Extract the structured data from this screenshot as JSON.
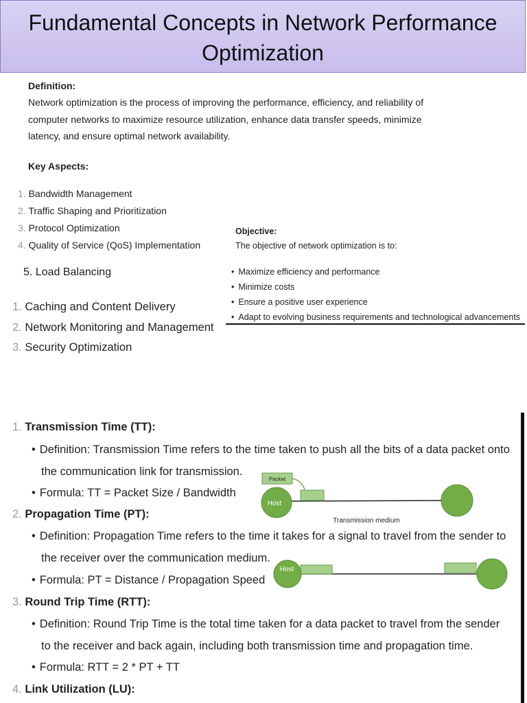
{
  "title": "Fundamental Concepts in Network Performance Optimization",
  "definition": {
    "heading": "Definition:",
    "lines": [
      "Network optimization is the process of improving the performance, efficiency, and reliability of",
      "computer networks to maximize resource utilization, enhance data transfer speeds, minimize",
      "latency, and ensure optimal network availability."
    ]
  },
  "key_aspects": {
    "heading": "Key Aspects:",
    "items": [
      {
        "num": "1.",
        "label": "Bandwidth Management"
      },
      {
        "num": "2.",
        "label": "Traffic Shaping and Prioritization"
      },
      {
        "num": "3.",
        "label": "Protocol Optimization"
      },
      {
        "num": "4.",
        "label": "Quality of Service (QoS) Implementation"
      }
    ],
    "item5": "5. Load Balancing",
    "items2": [
      {
        "num": "1.",
        "label": "Caching and Content Delivery"
      },
      {
        "num": "2.",
        "label": "Network Monitoring and Management"
      },
      {
        "num": "3.",
        "label": "Security Optimization"
      }
    ]
  },
  "objective": {
    "heading": "Objective:",
    "intro": "The objective of network optimization is to:",
    "bullets": [
      "Maximize efficiency and performance",
      "Minimize costs",
      "Ensure a positive user experience",
      "Adapt to evolving business requirements and technological advancements"
    ]
  },
  "concepts": [
    {
      "num": "1.",
      "title": "Transmission Time (TT):",
      "def1": "Definition: Transmission Time refers to the time taken to push all the bits of a data packet onto",
      "def2": "the communication link for transmission.",
      "formula": "Formula: TT = Packet Size / Bandwidth"
    },
    {
      "num": "2.",
      "title": "Propagation Time (PT):",
      "def1": "Definition: Propagation Time refers to the time it takes for a signal to travel from the sender to",
      "def2": "the receiver over the communication medium.",
      "formula": "Formula: PT = Distance / Propagation Speed"
    },
    {
      "num": "3.",
      "title": "Round Trip Time (RTT):",
      "def1": "Definition: Round Trip Time is the total time taken for a data packet to travel from the sender",
      "def2": "to the receiver and back again, including both transmission time and propagation time.",
      "formula": "Formula: RTT = 2 * PT + TT"
    },
    {
      "num": "4.",
      "title": "Link Utilization (LU):"
    }
  ],
  "diagram1": {
    "packet_label": "Packet",
    "host_label": "Host",
    "medium_label": "Transmission medium"
  },
  "diagram2": {
    "host_label": "Host"
  },
  "colors": {
    "title_bg": "#cfc6ef",
    "host_green": "#72ad46",
    "packet_green": "#a8d08d"
  }
}
